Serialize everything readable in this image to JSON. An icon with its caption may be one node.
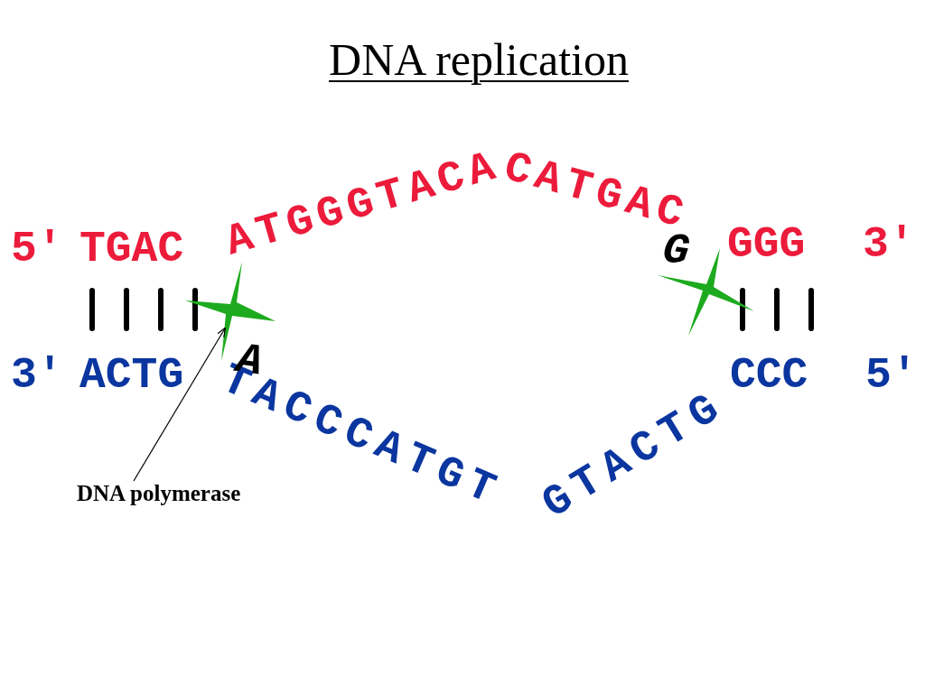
{
  "diagram": {
    "title": "DNA replication",
    "nodes": [
      {
        "text": [
          "DNA polymerase"
        ]
      },
      {
        "text": [],
        "shape": "star"
      },
      {
        "text": [],
        "shape": "star"
      }
    ],
    "edges": [
      {
        "from": 0,
        "to": 1,
        "arrow": "to"
      }
    ],
    "labels": [
      "5′",
      "TGAC",
      "ATGGGTACACATGAC",
      "G",
      "GGG",
      "3′",
      "3′",
      "ACTG",
      "A",
      "CCC",
      "5′",
      "TACCCATGT",
      "GTACTG"
    ]
  }
}
